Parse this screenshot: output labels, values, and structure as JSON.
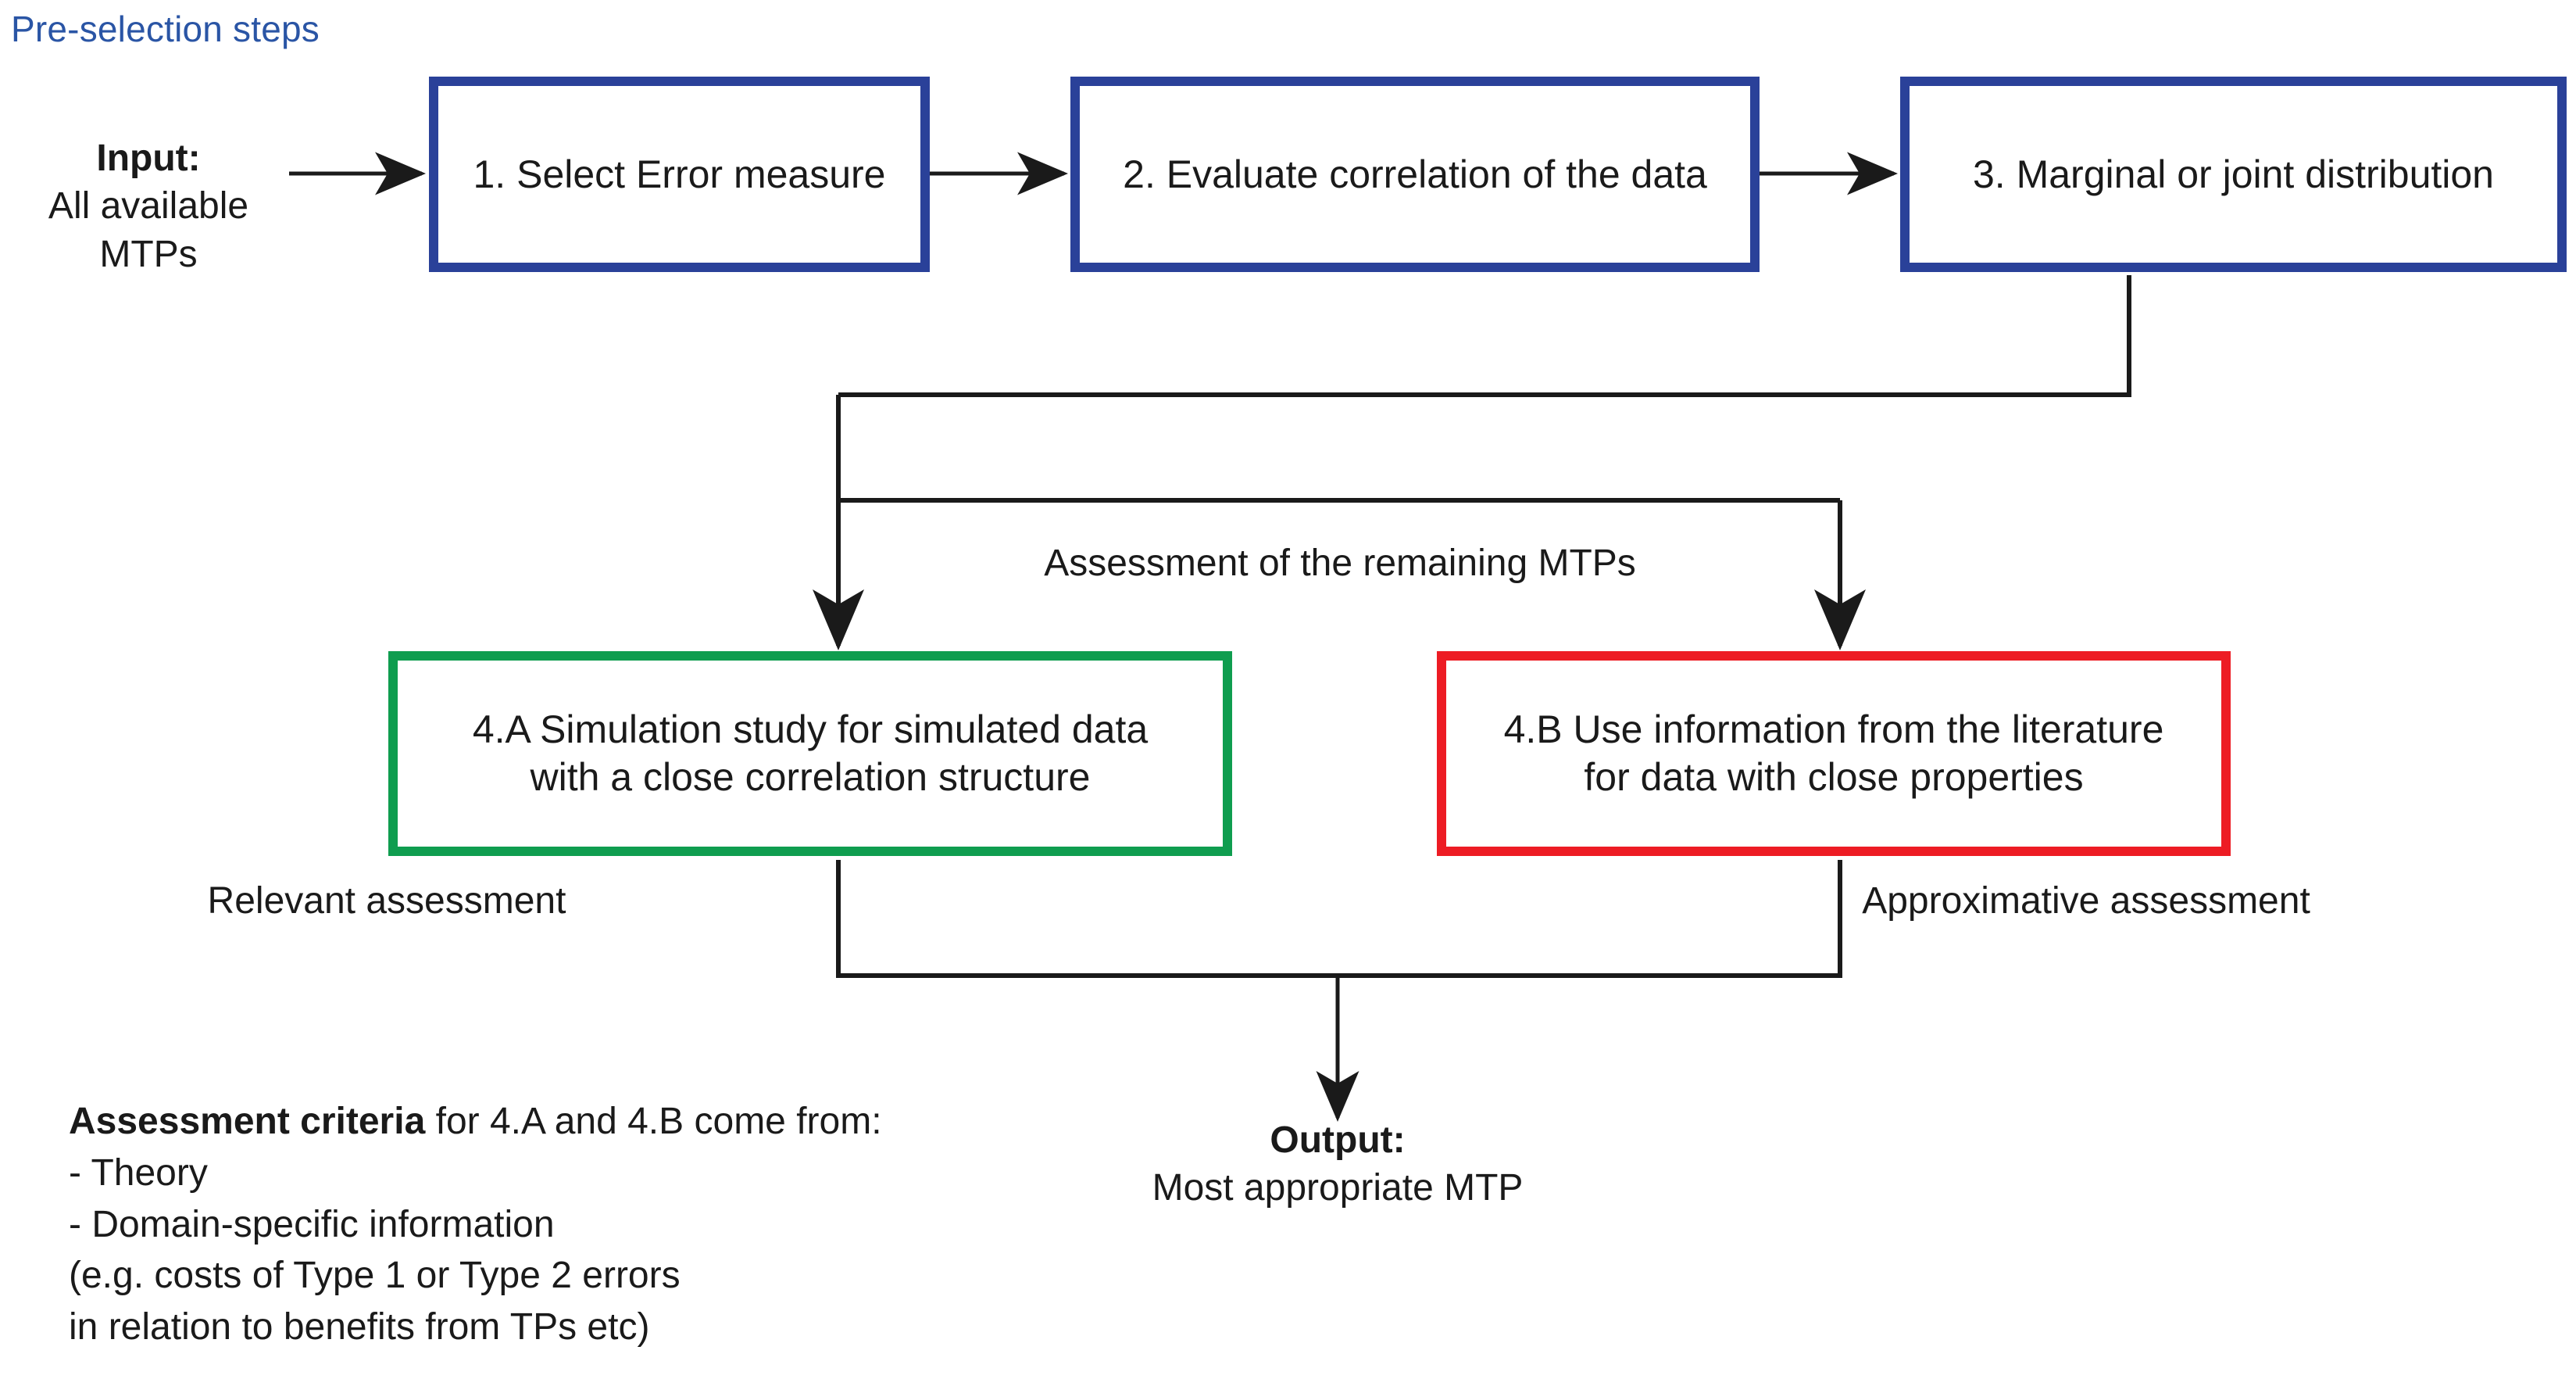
{
  "diagram": {
    "section_title": "Pre-selection steps",
    "input": {
      "title": "Input:",
      "detail": "All available MTPs"
    },
    "output": {
      "title": "Output:",
      "detail": "Most appropriate MTP"
    },
    "steps": [
      {
        "id": "step1",
        "label": "1. Select Error measure",
        "color": "#2a4199"
      },
      {
        "id": "step2",
        "label": "2. Evaluate correlation of the data",
        "color": "#2a4199"
      },
      {
        "id": "step3",
        "label": "3. Marginal or joint distribution",
        "color": "#2a4199"
      }
    ],
    "assessment_label": "Assessment of the remaining MTPs",
    "branches": [
      {
        "id": "step4a",
        "label": "4.A Simulation study for simulated data\nwith a close correlation structure",
        "color": "#0f9d4f",
        "caption": "Relevant assessment"
      },
      {
        "id": "step4b",
        "label": "4.B Use information from the literature\nfor data with close properties",
        "color": "#ed1c24",
        "caption": "Approximative assessment"
      }
    ],
    "criteria": {
      "head": "Assessment criteria",
      "head_tail": " for 4.A and 4.B come from:",
      "items": [
        "- Theory",
        "- Domain-specific information",
        "  (e.g. costs of Type 1 or Type 2 errors",
        "  in relation to benefits from TPs etc)"
      ]
    },
    "colors": {
      "blue": "#2a4199",
      "green": "#0f9d4f",
      "red": "#ed1c24",
      "title_blue": "#2a55a5",
      "line": "#1a1a1a"
    }
  }
}
